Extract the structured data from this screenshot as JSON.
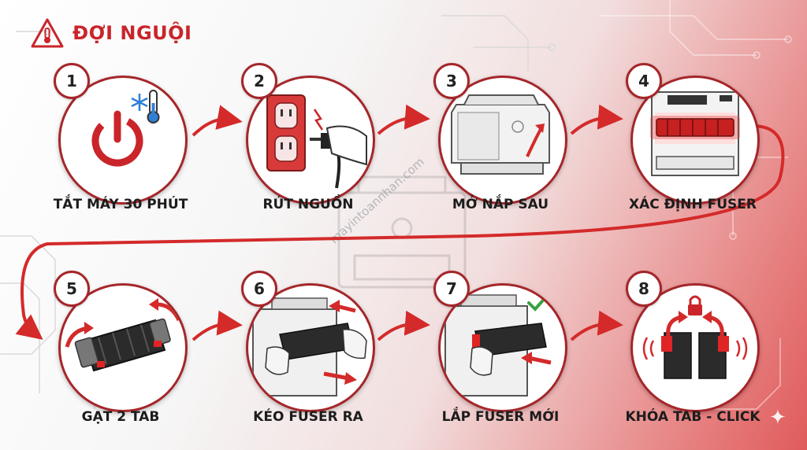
{
  "header": {
    "title": "ĐỢI NGUỘI",
    "icon": "warning-thermometer-icon"
  },
  "watermark": "mayintoannhan.com",
  "colors": {
    "accent": "#c9252b",
    "border": "#a5262a"
  },
  "steps": [
    {
      "number": "1",
      "label": "TẮT MÁY 30 PHÚT",
      "icon": "power-snowflake-icon"
    },
    {
      "number": "2",
      "label": "RÚT NGUỒN",
      "icon": "unplug-icon"
    },
    {
      "number": "3",
      "label": "MỞ NẮP SAU",
      "icon": "printer-open-icon"
    },
    {
      "number": "4",
      "label": "XÁC ĐỊNH FUSER",
      "icon": "printer-fuser-icon"
    },
    {
      "number": "5",
      "label": "GẠT 2 TAB",
      "icon": "fuser-tabs-icon"
    },
    {
      "number": "6",
      "label": "KÉO FUSER RA",
      "icon": "pull-fuser-icon"
    },
    {
      "number": "7",
      "label": "LẮP FUSER MỚI",
      "icon": "insert-fuser-icon"
    },
    {
      "number": "8",
      "label": "KHÓA TAB - CLICK",
      "icon": "lock-click-icon"
    }
  ]
}
